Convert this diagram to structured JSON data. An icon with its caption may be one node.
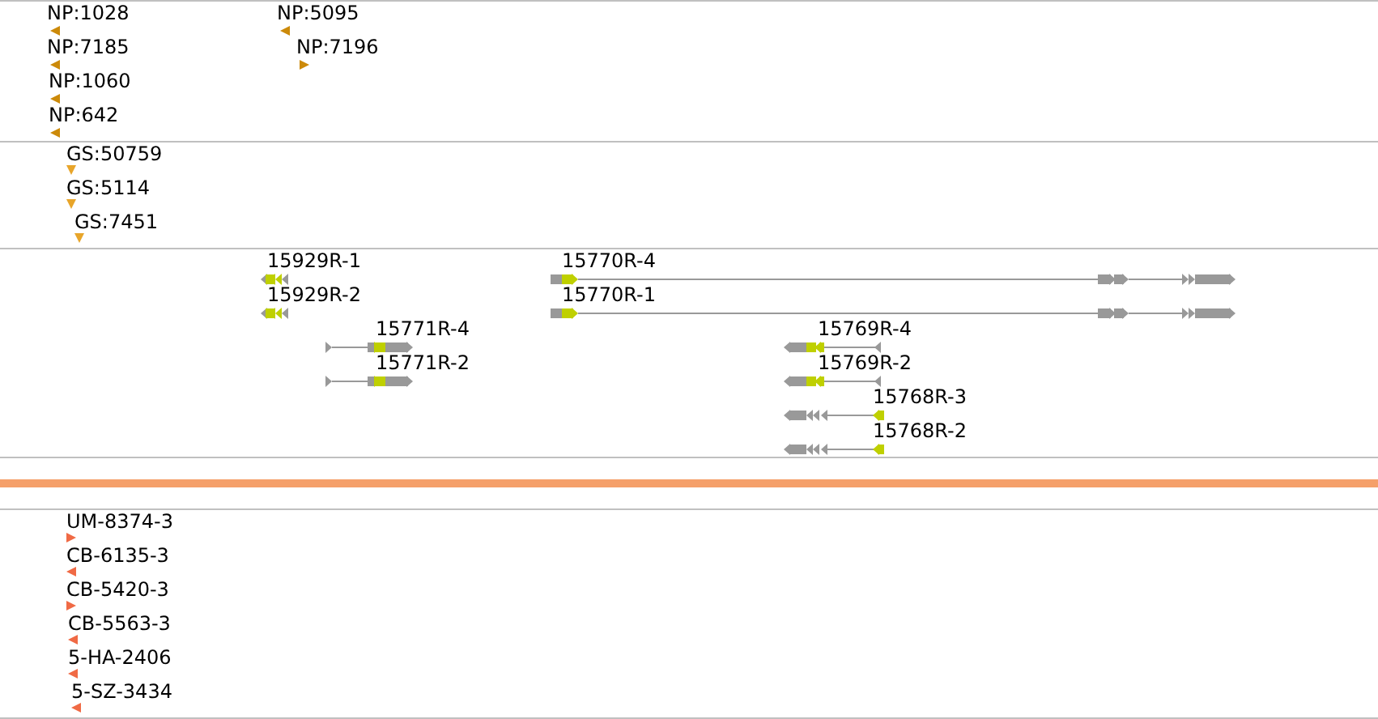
{
  "diagram": {
    "nodes": [
      {
        "text": [
          "NP:1028"
        ]
      },
      {
        "text": [
          "NP:5095"
        ]
      },
      {
        "text": [
          "NP:7185"
        ]
      },
      {
        "text": [
          "NP:7196"
        ]
      },
      {
        "text": [
          "NP:1060"
        ]
      },
      {
        "text": [
          "NP:642"
        ]
      },
      {
        "text": [
          "GS:50759"
        ]
      },
      {
        "text": [
          "GS:5114"
        ]
      },
      {
        "text": [
          "GS:7451"
        ]
      },
      {
        "text": [
          "15929R-1"
        ]
      },
      {
        "text": [
          "15770R-4"
        ]
      },
      {
        "text": [
          "15929R-2"
        ]
      },
      {
        "text": [
          "15770R-1"
        ]
      },
      {
        "text": [
          "15771R-4"
        ]
      },
      {
        "text": [
          "15769R-4"
        ]
      },
      {
        "text": [
          "15771R-2"
        ]
      },
      {
        "text": [
          "15769R-2"
        ]
      },
      {
        "text": [
          "15768R-3"
        ]
      },
      {
        "text": [
          "15768R-2"
        ]
      },
      {
        "text": [
          "UM-8374-3"
        ]
      },
      {
        "text": [
          "CB-6135-3"
        ]
      },
      {
        "text": [
          "CB-5420-3"
        ]
      },
      {
        "text": [
          "CB-5563-3"
        ]
      },
      {
        "text": [
          "5-HA-2406"
        ]
      },
      {
        "text": [
          "5-SZ-3434"
        ]
      }
    ]
  }
}
